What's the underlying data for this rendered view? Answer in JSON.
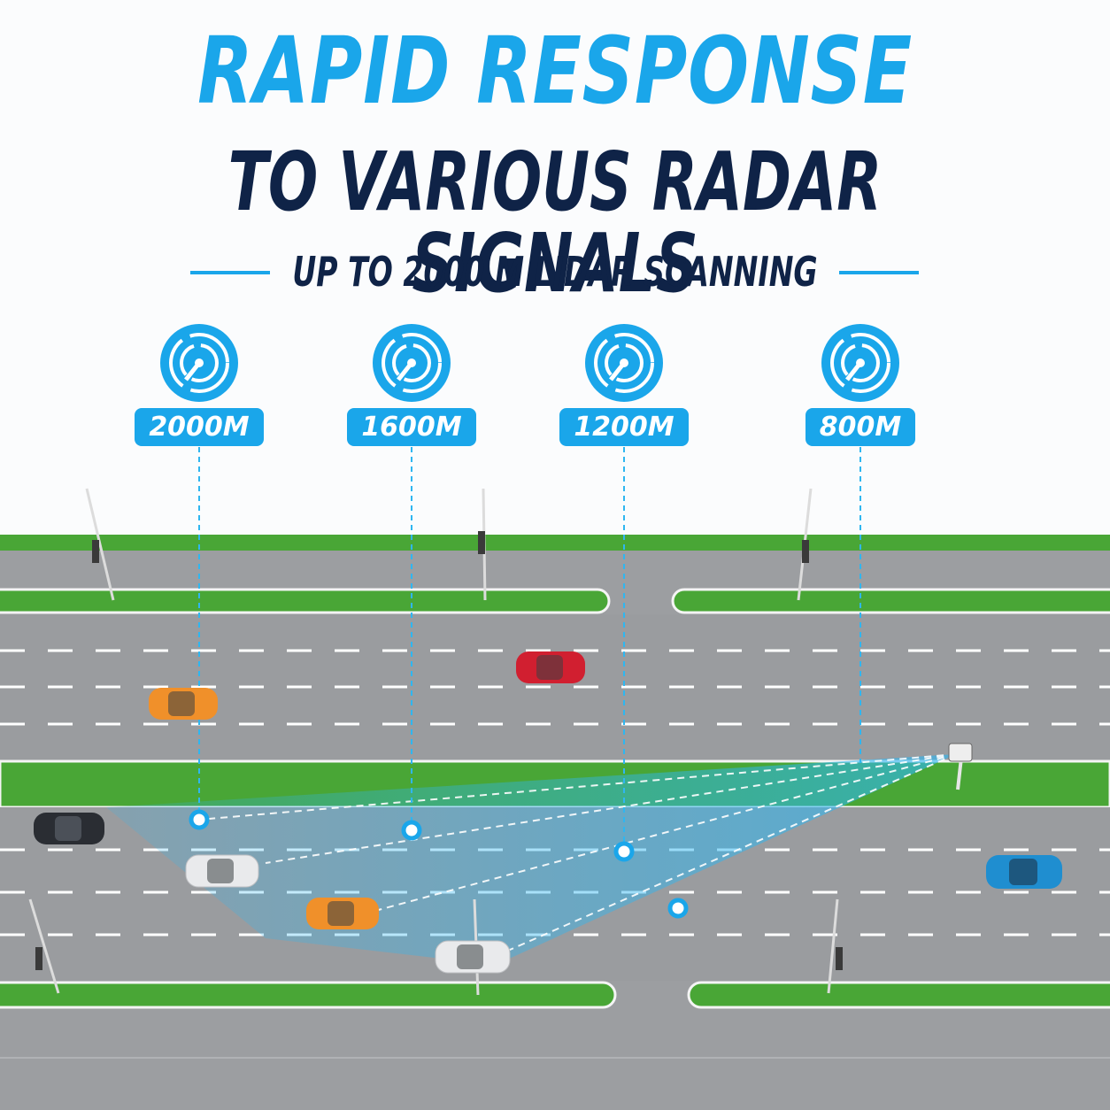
{
  "header": {
    "title": "RAPID RESPONSE",
    "subtitle": "TO VARIOUS RADAR SIGNALS",
    "tagline": "UP TO 2000 M LIDAR SCANNING"
  },
  "markers": [
    {
      "label": "2000M",
      "icon": "radar-icon"
    },
    {
      "label": "1600M",
      "icon": "radar-icon"
    },
    {
      "label": "1200M",
      "icon": "radar-icon"
    },
    {
      "label": "800M",
      "icon": "radar-icon"
    }
  ],
  "colors": {
    "accent": "#1aa6ea",
    "navy": "#0f2347",
    "road": "#9a9c9f",
    "grass": "#49a636",
    "beam": "#2fb6f0"
  },
  "cars": [
    {
      "color": "#f0902a",
      "name": "orange"
    },
    {
      "color": "#d11f30",
      "name": "red"
    },
    {
      "color": "#2a2d33",
      "name": "black"
    },
    {
      "color": "#e9eaec",
      "name": "white"
    },
    {
      "color": "#f0902a",
      "name": "orange"
    },
    {
      "color": "#e9eaec",
      "name": "white"
    },
    {
      "color": "#1f8ed0",
      "name": "blue"
    }
  ]
}
